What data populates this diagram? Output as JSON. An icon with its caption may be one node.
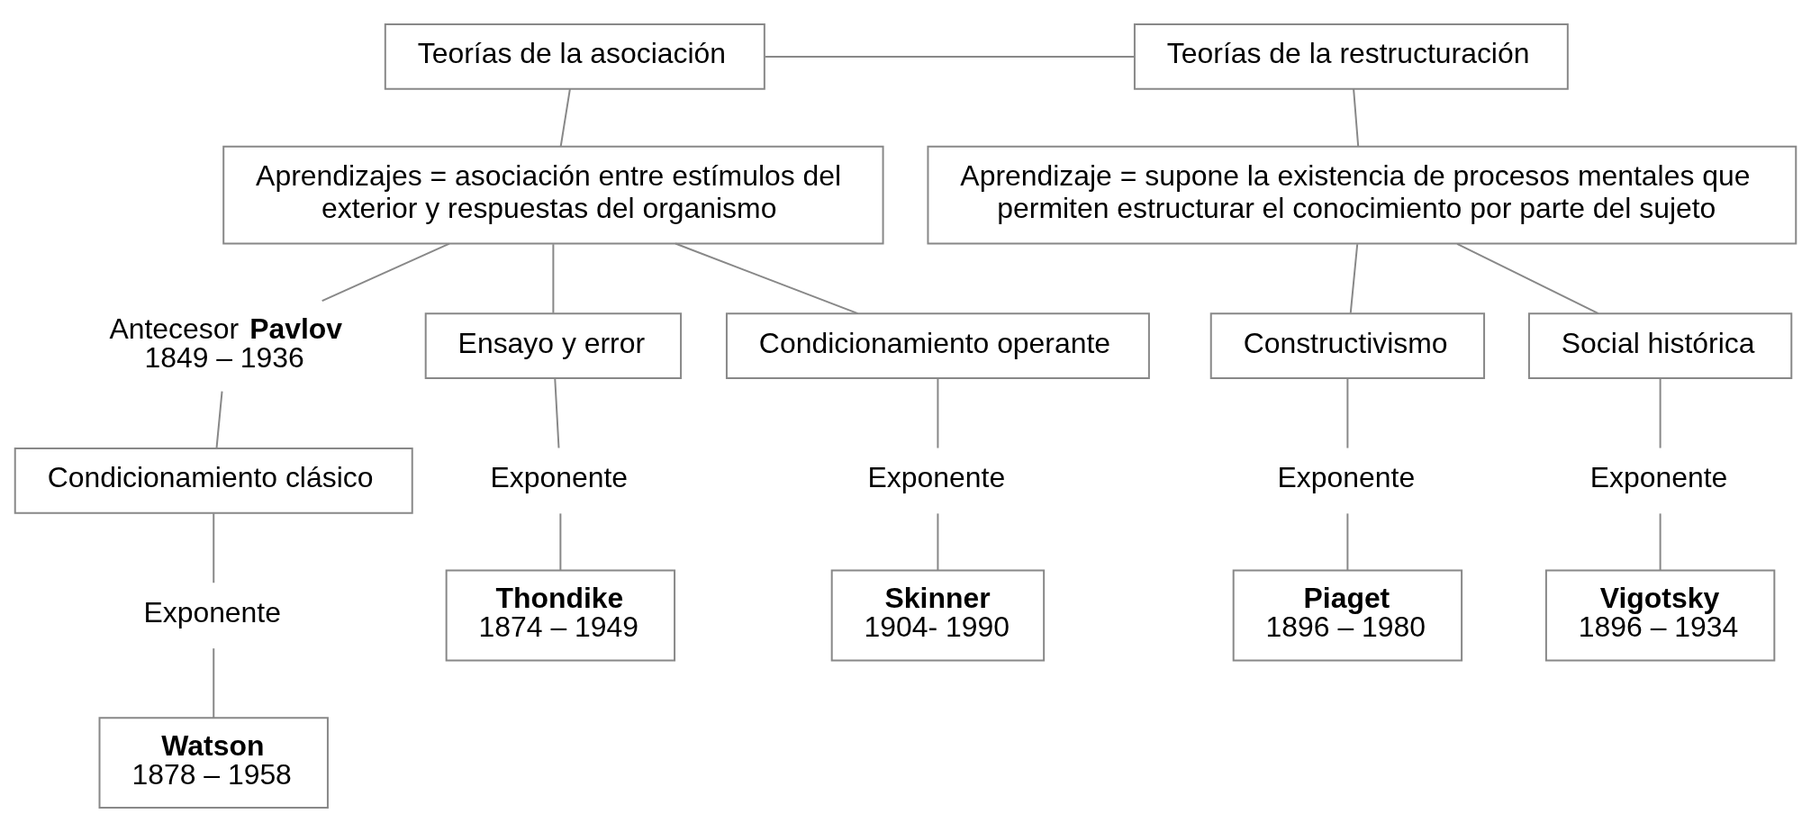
{
  "diagram": {
    "nodes": [
      {
        "text": [
          "Teorías de la asociación"
        ]
      },
      {
        "text": [
          "Teorías de la restructuración"
        ]
      },
      {
        "text": [
          "Aprendizajes = asociación entre estímulos del exterior y respuestas del organismo"
        ]
      },
      {
        "text": [
          "Aprendizaje = supone la existencia de procesos mentales que permiten estructurar el conocimiento por parte del sujeto"
        ]
      },
      {
        "text": [
          "Antecesor **Pavlov**",
          "1849 – 1936"
        ]
      },
      {
        "text": [
          "Ensayo y error"
        ]
      },
      {
        "text": [
          "Condicionamiento operante"
        ]
      },
      {
        "text": [
          "Constructivismo"
        ]
      },
      {
        "text": [
          "Social histórica"
        ]
      },
      {
        "text": [
          "Condicionamiento clásico"
        ]
      },
      {
        "text": [
          "Exponente"
        ]
      },
      {
        "text": [
          "Exponente"
        ]
      },
      {
        "text": [
          "Exponente"
        ]
      },
      {
        "text": [
          "Exponente"
        ]
      },
      {
        "text": [
          "Thondike",
          "1874 – 1949"
        ]
      },
      {
        "text": [
          "Skinner",
          "1904- 1990"
        ]
      },
      {
        "text": [
          "Piaget",
          "1896 – 1980"
        ]
      },
      {
        "text": [
          "Vigotsky",
          "1896 – 1934"
        ]
      },
      {
        "text": [
          "Exponente"
        ]
      },
      {
        "text": [
          "Watson",
          "1878 – 1958"
        ]
      }
    ],
    "edges": [
      {
        "from": 0,
        "to": 1,
        "arrow": "none"
      },
      {
        "from": 0,
        "to": 2,
        "arrow": "none"
      },
      {
        "from": 1,
        "to": 3,
        "arrow": "none"
      },
      {
        "from": 2,
        "to": 4,
        "arrow": "none"
      },
      {
        "from": 2,
        "to": 5,
        "arrow": "none"
      },
      {
        "from": 2,
        "to": 6,
        "arrow": "none"
      },
      {
        "from": 3,
        "to": 7,
        "arrow": "none"
      },
      {
        "from": 3,
        "to": 8,
        "arrow": "none"
      },
      {
        "from": 4,
        "to": 9,
        "arrow": "none"
      },
      {
        "from": 5,
        "to": 10,
        "arrow": "none"
      },
      {
        "from": 6,
        "to": 11,
        "arrow": "none"
      },
      {
        "from": 7,
        "to": 12,
        "arrow": "none"
      },
      {
        "from": 8,
        "to": 13,
        "arrow": "none"
      },
      {
        "from": 10,
        "to": 14,
        "arrow": "none"
      },
      {
        "from": 11,
        "to": 15,
        "arrow": "none"
      },
      {
        "from": 12,
        "to": 16,
        "arrow": "none"
      },
      {
        "from": 13,
        "to": 17,
        "arrow": "none"
      },
      {
        "from": 9,
        "to": 18,
        "arrow": "none"
      },
      {
        "from": 18,
        "to": 19,
        "arrow": "none"
      }
    ]
  }
}
